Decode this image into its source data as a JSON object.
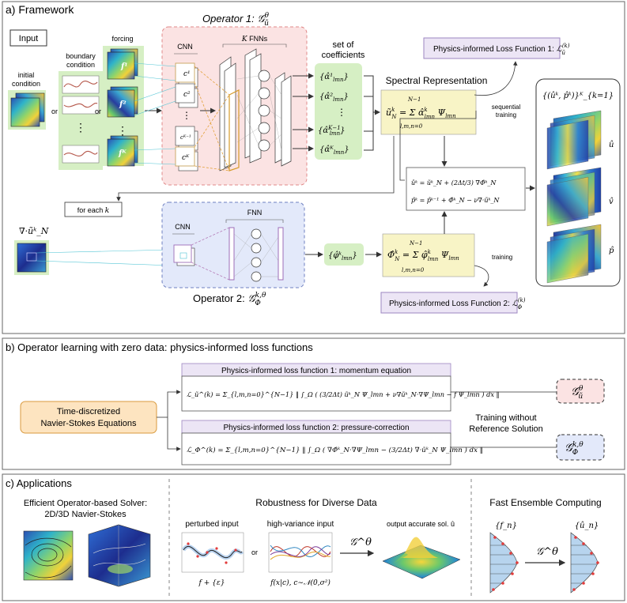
{
  "panels": {
    "a": {
      "title": "a) Framework",
      "input_label": "Input",
      "initial_condition": [
        "initial",
        "condition"
      ],
      "boundary_condition": [
        "boundary",
        "condition"
      ],
      "or_label": "or",
      "forcing_label": "forcing",
      "forcing_tiles": [
        "f¹",
        "f²",
        "f^K"
      ],
      "op1_title": "Operator 1: 𝒢_ũ^θ",
      "op1_cnn": "CNN",
      "op1_kfnns": "K FNNs",
      "cnn_channels": [
        "c¹",
        "c²",
        "c^{K-1}",
        "c^K"
      ],
      "set_of_coeffs": [
        "set of",
        "coefficients"
      ],
      "alpha_coeffs": [
        "{α̂¹_lmn}",
        "{α̂²_lmn}",
        "⋮",
        "{α̂^{K−1}_lmn}",
        "{α̂^K_lmn}"
      ],
      "spectral_title": "Spectral Representation",
      "spectral_eq": "ũ^k_N = Σ_{l,m,n=0}^{N−1} α̂^k_lmn Ψ_lmn",
      "update_eq_1": "ûᵏ = ũᵏ_N + (2Δt/3) ∇Φ̂ᵏ_N",
      "update_eq_2": "p̂ᵏ = p̂ᵏ⁻¹ + Φ̂ᵏ_N − ν∇·ũᵏ_N",
      "pinn_loss_1": "Physics-informed Loss Function 1: ℒ_ũ^(k)",
      "sequential_training": [
        "sequential",
        "training"
      ],
      "output_set": "{(ûᵏ, p̂ᵏ)}ᴷ_{k=1}",
      "output_labels": [
        "û",
        "v̂",
        "p̂"
      ],
      "for_each_k": "for each k",
      "div_label": "∇·ũᵏ_N",
      "op2_cnn": "CNN",
      "op2_fnn": "FNN",
      "phi_coeffs": "{φ̂ᵏ_lmn}",
      "phi_eq": "Φ̂ᵏ_N = Σ_{l,m,n=0}^{N−1} φ̂ᵏ_lmn Ψ_lmn",
      "training": "training",
      "pinn_loss_2": "Physics-informed Loss Function 2: ℒ_Φ^(k)",
      "op2_title": "Operator 2: 𝒢_Φ^{k,θ}"
    },
    "b": {
      "title": "b) Operator learning with zero data: physics-informed loss functions",
      "source_box": [
        "Time-discretized",
        "Navier-Stokes Equations"
      ],
      "loss1_header": "Physics-informed loss function 1: momentum equation",
      "loss1_eq": "ℒ_ũ^(k) = Σ_{l,m,n=0}^{N−1} ‖ ∫_Ω ( (3/2Δt) ũᵏ_N Ψ_lmn + ν∇ũᵏ_N·∇Ψ_lmn − f Ψ_lmn ) dx ‖",
      "loss2_header": "Physics-informed loss function 2: pressure-correction",
      "loss2_eq": "ℒ_Φ^(k) = Σ_{l,m,n=0}^{N−1} ‖ ∫_Ω ( ∇Φ̂ᵏ_N·∇Ψ_lmn − (3/2Δt) ∇·ũᵏ_N Ψ_lmn ) dx ‖",
      "training_note": [
        "Training without",
        "Reference Solution"
      ],
      "op1_short": "𝒢_ũ^θ",
      "op2_short": "𝒢_Φ^{k,θ}"
    },
    "c": {
      "title": "c) Applications",
      "solver_title": [
        "Efficient Operator-based Solver:",
        "2D/3D Navier-Stokes"
      ],
      "robust_title": "Robustness for Diverse Data",
      "perturbed_label": "perturbed input",
      "perturbed_caption": "f + {ε}",
      "or_label": "or",
      "variance_label": "high-variance input",
      "variance_caption": "f(x|c), c∼𝒩(0,σ²)",
      "operator_symbol": "𝒢^θ",
      "output_label": "output accurate sol. û",
      "ensemble_title": "Fast Ensemble Computing",
      "ensemble_in": "{f_n}",
      "ensemble_out": "{û_n}",
      "ensemble_op": "𝒢^θ"
    }
  },
  "colors": {
    "green": "#d6efc4",
    "op1_fill": "#fbe3e3",
    "op1_border": "#e08888",
    "op2_fill": "#e3e9fa",
    "op2_border": "#6d7fc0",
    "loss_fill": "#ece5f5",
    "loss_border": "#9d86c1",
    "yellow": "#f8f4c6",
    "orange": "#fde4c0",
    "orange_border": "#d99a3e"
  }
}
